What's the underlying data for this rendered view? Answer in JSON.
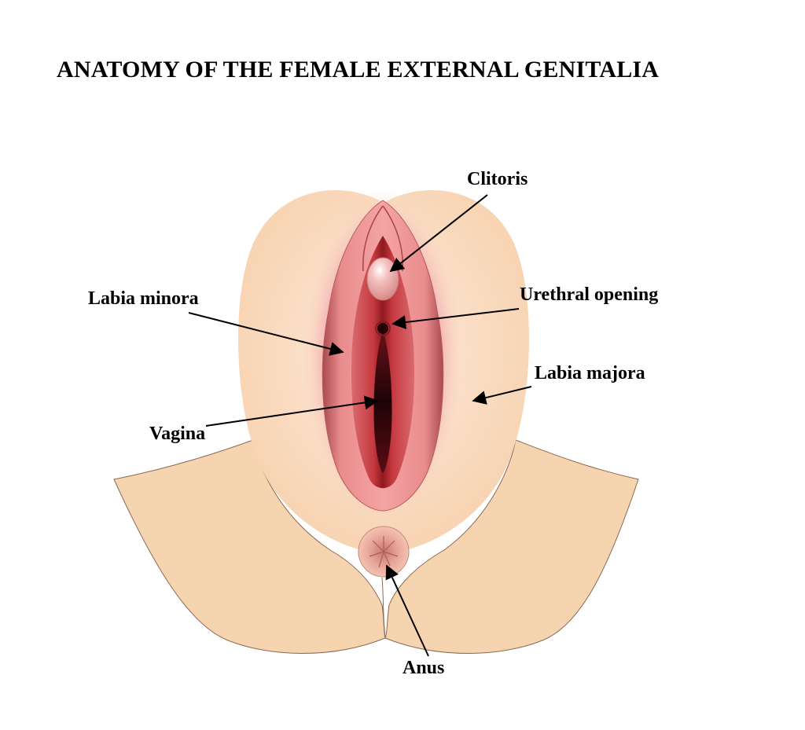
{
  "title": "ANATOMY OF THE FEMALE EXTERNAL GENITALIA",
  "labels": {
    "clitoris": "Clitoris",
    "urethral_opening": "Urethral opening",
    "labia_minora": "Labia minora",
    "labia_majora": "Labia majora",
    "vagina": "Vagina",
    "anus": "Anus"
  },
  "colors": {
    "skin": "#F6D4B0",
    "labia_majora": "#FBE3CB",
    "pink": "#F2B3B5",
    "labia_minora": "#E27C7E",
    "vestibule": "#C9464C",
    "canal": "#3B0A0E",
    "outline": "#8A6A55"
  }
}
